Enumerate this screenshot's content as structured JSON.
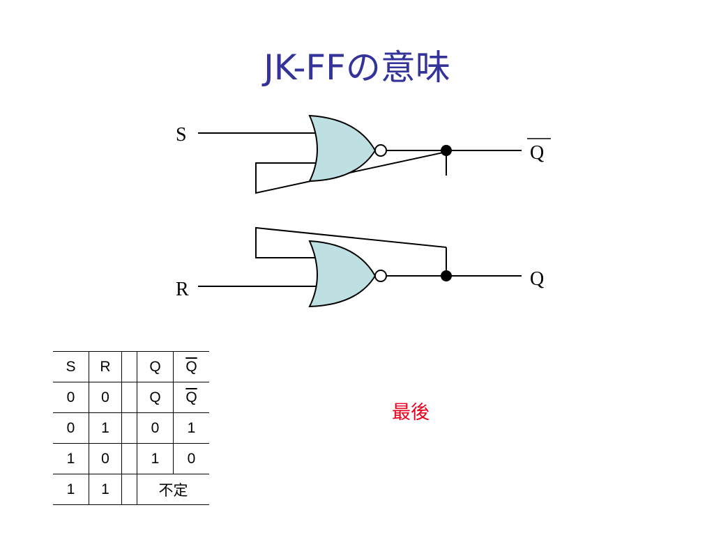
{
  "title": "JK-FFの意味",
  "diagram": {
    "input_s": "S",
    "input_r": "R",
    "output_q_bar": "Q",
    "output_q": "Q",
    "gate_fill": "#bfe0e2"
  },
  "truth_table": {
    "header": [
      "S",
      "R",
      "",
      "Q",
      "Q"
    ],
    "rows": [
      [
        "0",
        "0",
        "",
        "Q",
        "Q"
      ],
      [
        "0",
        "1",
        "",
        "0",
        "1"
      ],
      [
        "1",
        "0",
        "",
        "1",
        "0"
      ],
      [
        "1",
        "1",
        "",
        "不定"
      ]
    ]
  },
  "note": "最後"
}
